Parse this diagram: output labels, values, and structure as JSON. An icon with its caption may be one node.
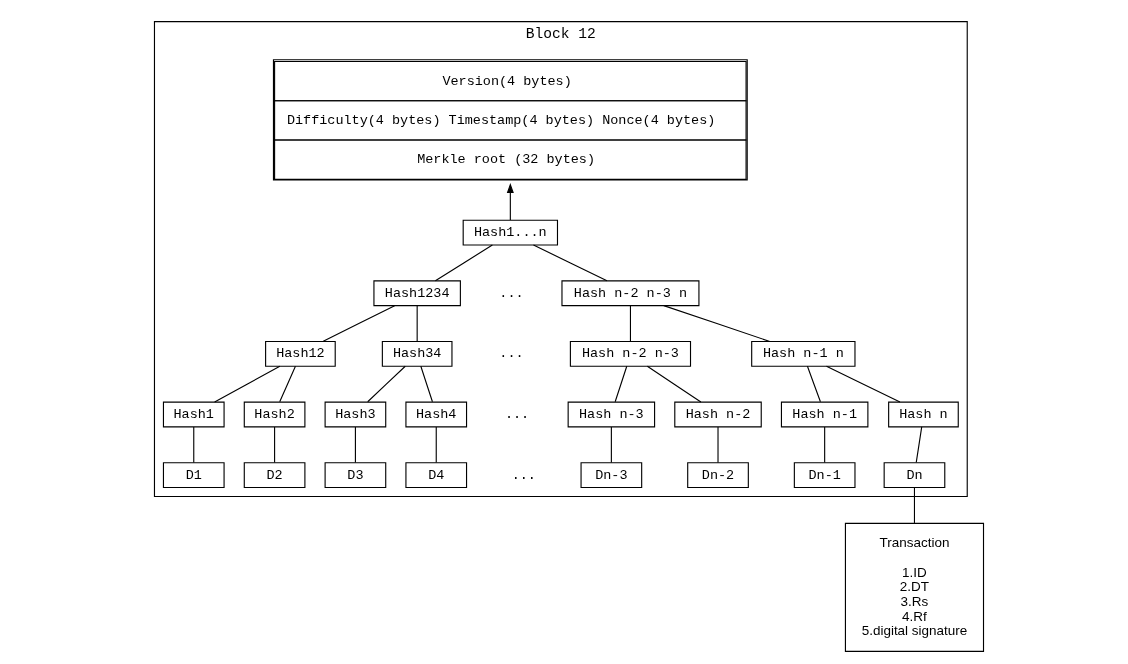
{
  "diagram": {
    "nodes": [
      {
        "text": [
          "Block 12"
        ]
      },
      {
        "text": [
          "Version(4 bytes)",
          "Difficulty(4 bytes) Timestamp(4 bytes) Nonce(4 bytes)",
          "Merkle root (32 bytes)"
        ],
        "in": 0
      },
      {
        "text": [
          "Hash1...n"
        ],
        "in": 0
      },
      {
        "text": [
          "Hash1234"
        ],
        "in": 0
      },
      {
        "text": [
          "Hash n-2 n-3 n"
        ],
        "in": 0
      },
      {
        "text": [
          "Hash12"
        ],
        "in": 0
      },
      {
        "text": [
          "Hash34"
        ],
        "in": 0
      },
      {
        "text": [
          "Hash n-2 n-3"
        ],
        "in": 0
      },
      {
        "text": [
          "Hash n-1 n"
        ],
        "in": 0
      },
      {
        "text": [
          "Hash1"
        ],
        "in": 0
      },
      {
        "text": [
          "Hash2"
        ],
        "in": 0
      },
      {
        "text": [
          "Hash3"
        ],
        "in": 0
      },
      {
        "text": [
          "Hash4"
        ],
        "in": 0
      },
      {
        "text": [
          "Hash n-3"
        ],
        "in": 0
      },
      {
        "text": [
          "Hash n-2"
        ],
        "in": 0
      },
      {
        "text": [
          "Hash n-1"
        ],
        "in": 0
      },
      {
        "text": [
          "Hash n"
        ],
        "in": 0
      },
      {
        "text": [
          "D1"
        ],
        "in": 0
      },
      {
        "text": [
          "D2"
        ],
        "in": 0
      },
      {
        "text": [
          "D3"
        ],
        "in": 0
      },
      {
        "text": [
          "D4"
        ],
        "in": 0
      },
      {
        "text": [
          "Dn-3"
        ],
        "in": 0
      },
      {
        "text": [
          "Dn-2"
        ],
        "in": 0
      },
      {
        "text": [
          "Dn-1"
        ],
        "in": 0
      },
      {
        "text": [
          "Dn"
        ],
        "in": 0
      },
      {
        "text": [
          "Transaction",
          "1.ID",
          "2.DT",
          "3.Rs",
          "4.Rf",
          "5.digital signature"
        ]
      }
    ],
    "edges": [
      {
        "from": 2,
        "to": 1,
        "arrow": "to"
      },
      {
        "from": 2,
        "to": 3,
        "arrow": "none"
      },
      {
        "from": 2,
        "to": 4,
        "arrow": "none"
      },
      {
        "from": 3,
        "to": 5,
        "arrow": "none"
      },
      {
        "from": 3,
        "to": 6,
        "arrow": "none"
      },
      {
        "from": 4,
        "to": 7,
        "arrow": "none"
      },
      {
        "from": 4,
        "to": 8,
        "arrow": "none"
      },
      {
        "from": 5,
        "to": 9,
        "arrow": "none"
      },
      {
        "from": 5,
        "to": 10,
        "arrow": "none"
      },
      {
        "from": 6,
        "to": 11,
        "arrow": "none"
      },
      {
        "from": 6,
        "to": 12,
        "arrow": "none"
      },
      {
        "from": 7,
        "to": 13,
        "arrow": "none"
      },
      {
        "from": 7,
        "to": 14,
        "arrow": "none"
      },
      {
        "from": 8,
        "to": 15,
        "arrow": "none"
      },
      {
        "from": 8,
        "to": 16,
        "arrow": "none"
      },
      {
        "from": 9,
        "to": 17,
        "arrow": "none"
      },
      {
        "from": 10,
        "to": 18,
        "arrow": "none"
      },
      {
        "from": 11,
        "to": 19,
        "arrow": "none"
      },
      {
        "from": 12,
        "to": 20,
        "arrow": "none"
      },
      {
        "from": 13,
        "to": 21,
        "arrow": "none"
      },
      {
        "from": 14,
        "to": 22,
        "arrow": "none"
      },
      {
        "from": 15,
        "to": 23,
        "arrow": "none"
      },
      {
        "from": 16,
        "to": 24,
        "arrow": "none"
      },
      {
        "from": 24,
        "to": 25,
        "arrow": "none"
      }
    ],
    "labels": [
      "...",
      "...",
      "...",
      "..."
    ]
  }
}
